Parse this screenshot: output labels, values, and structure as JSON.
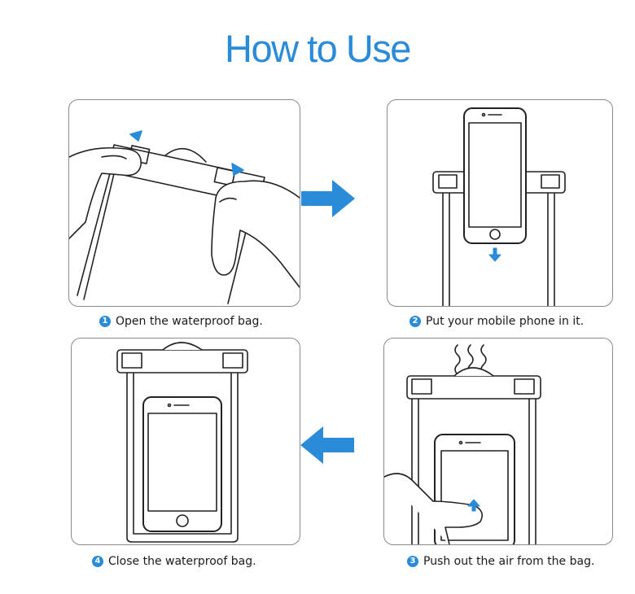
{
  "title": "How to Use",
  "accent_color": "#2a8bd8",
  "steps": [
    {
      "number": "1",
      "text": "Open the waterproof bag."
    },
    {
      "number": "2",
      "text": "Put your mobile phone in it."
    },
    {
      "number": "3",
      "text": "Push out the air from the bag."
    },
    {
      "number": "4",
      "text": "Close the waterproof bag."
    }
  ],
  "arrows": [
    {
      "icon": "arrow-right-icon"
    },
    {
      "icon": "arrow-left-icon"
    }
  ]
}
